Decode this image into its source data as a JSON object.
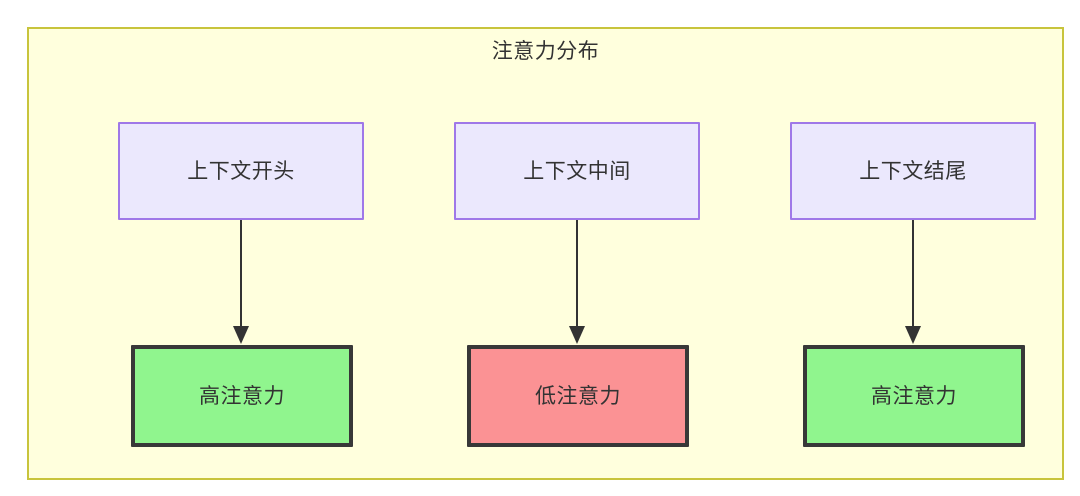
{
  "diagram": {
    "title": "注意力分布",
    "container": {
      "fill": "#ffffdd",
      "stroke": "#c8c43c"
    },
    "colors": {
      "context_fill": "#ebe8fd",
      "context_stroke": "#9f78e8",
      "high_attention_fill": "#90f58e",
      "low_attention_fill": "#fb9294",
      "node_stroke": "#383838",
      "text": "#333333",
      "arrow": "#333333"
    },
    "columns": [
      {
        "id": "start",
        "context_label": "上下文开头",
        "attention_label": "高注意力",
        "attention_level": "high"
      },
      {
        "id": "middle",
        "context_label": "上下文中间",
        "attention_label": "低注意力",
        "attention_level": "low"
      },
      {
        "id": "end",
        "context_label": "上下文结尾",
        "attention_label": "高注意力",
        "attention_level": "high"
      }
    ],
    "edges": [
      {
        "from": "上下文开头",
        "to": "高注意力",
        "arrow": "arrow-down-icon"
      },
      {
        "from": "上下文中间",
        "to": "低注意力",
        "arrow": "arrow-down-icon"
      },
      {
        "from": "上下文结尾",
        "to": "高注意力",
        "arrow": "arrow-down-icon"
      }
    ]
  }
}
